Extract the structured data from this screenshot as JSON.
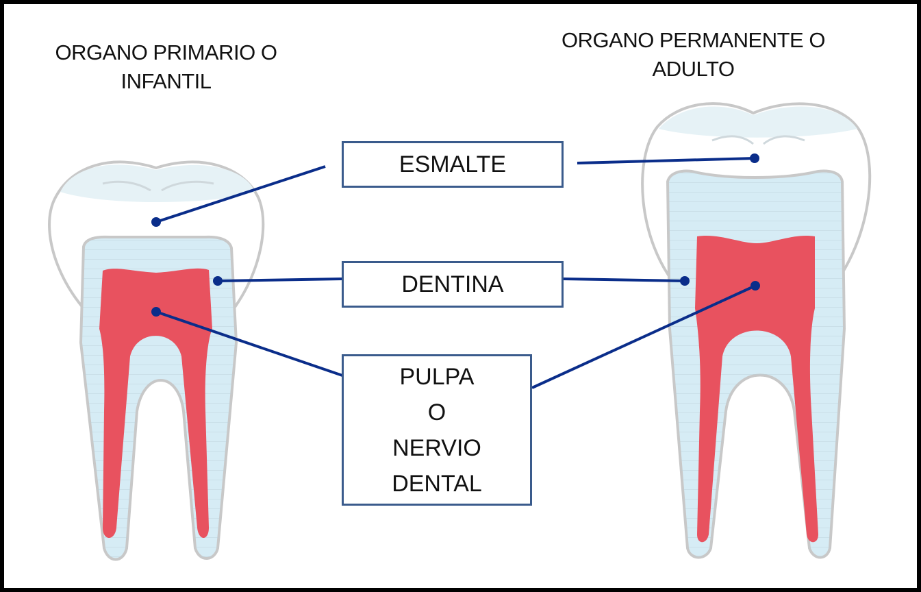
{
  "titles": {
    "primary_line1": "ORGANO PRIMARIO O",
    "primary_line2": "INFANTIL",
    "permanent_line1": "ORGANO PERMANENTE O",
    "permanent_line2": "ADULTO"
  },
  "labels": {
    "enamel": "ESMALTE",
    "dentin": "DENTINA",
    "pulp_line1": "PULPA",
    "pulp_line2": "O",
    "pulp_line3": "NERVIO",
    "pulp_line4": "DENTAL"
  },
  "colors": {
    "enamel": "#ffffff",
    "enamel_shade": "#e6f2f6",
    "dentin": "#d6ecf5",
    "pulp": "#e8525f",
    "outline": "#c8c8c8",
    "leader_line": "#0a2d8a",
    "box_border": "#3a5b8c"
  }
}
